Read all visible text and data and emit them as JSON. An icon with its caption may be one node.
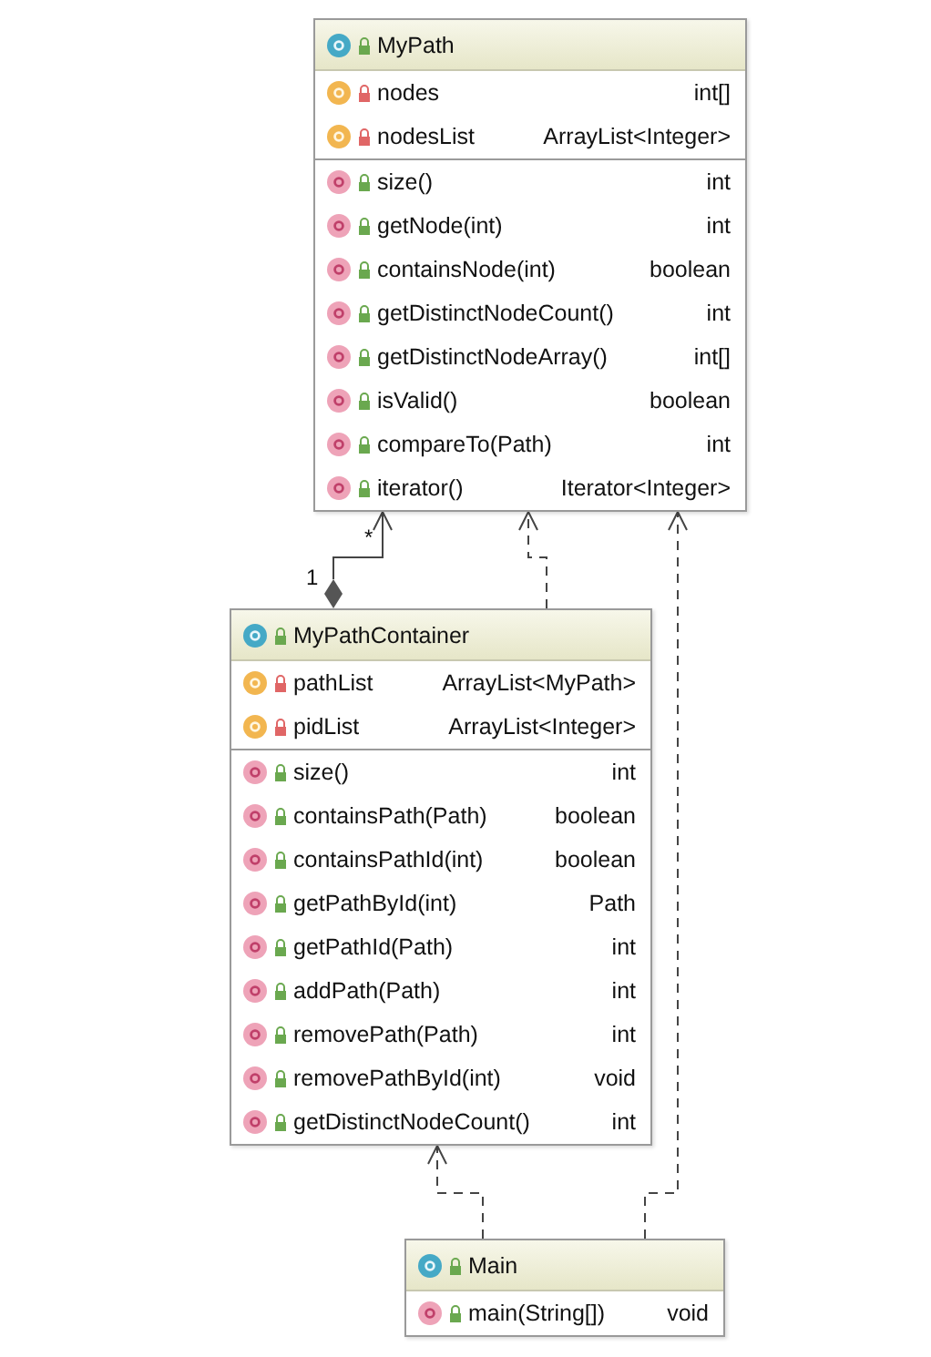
{
  "diagram": {
    "nodes": [
      {
        "text": [
          "MyPath"
        ]
      },
      {
        "text": [
          "nodes",
          "int[]",
          "nodesList",
          "ArrayList<Integer>"
        ],
        "in": 0
      },
      {
        "text": [
          "size()",
          "int",
          "getNode(int)",
          "int",
          "containsNode(int)",
          "boolean",
          "getDistinctNodeCount()",
          "int",
          "getDistinctNodeArray()",
          "int[]",
          "isValid()",
          "boolean",
          "compareTo(Path)",
          "int",
          "iterator()",
          "Iterator<Integer>"
        ],
        "in": 0
      },
      {
        "text": [
          "MyPathContainer"
        ]
      },
      {
        "text": [
          "pathList",
          "ArrayList<MyPath>",
          "pidList",
          "ArrayList<Integer>"
        ],
        "in": 3
      },
      {
        "text": [
          "size()",
          "int",
          "containsPath(Path)",
          "boolean",
          "containsPathId(int)",
          "boolean",
          "getPathById(int)",
          "Path",
          "getPathId(Path)",
          "int",
          "addPath(Path)",
          "int",
          "removePath(Path)",
          "int",
          "removePathById(int)",
          "void",
          "getDistinctNodeCount()",
          "int"
        ],
        "in": 3
      },
      {
        "text": [
          "Main"
        ]
      },
      {
        "text": [
          "main(String[])",
          "void"
        ],
        "in": 6
      }
    ],
    "edges": [
      {
        "from": 3,
        "to": 0,
        "arrow": "to"
      },
      {
        "from": 3,
        "to": 0,
        "arrow": "to",
        "style": "dashed"
      },
      {
        "from": 6,
        "to": 0,
        "arrow": "to",
        "style": "dashed"
      },
      {
        "from": 6,
        "to": 3,
        "arrow": "to",
        "style": "dashed"
      }
    ],
    "labels": [
      "*",
      "1"
    ]
  }
}
